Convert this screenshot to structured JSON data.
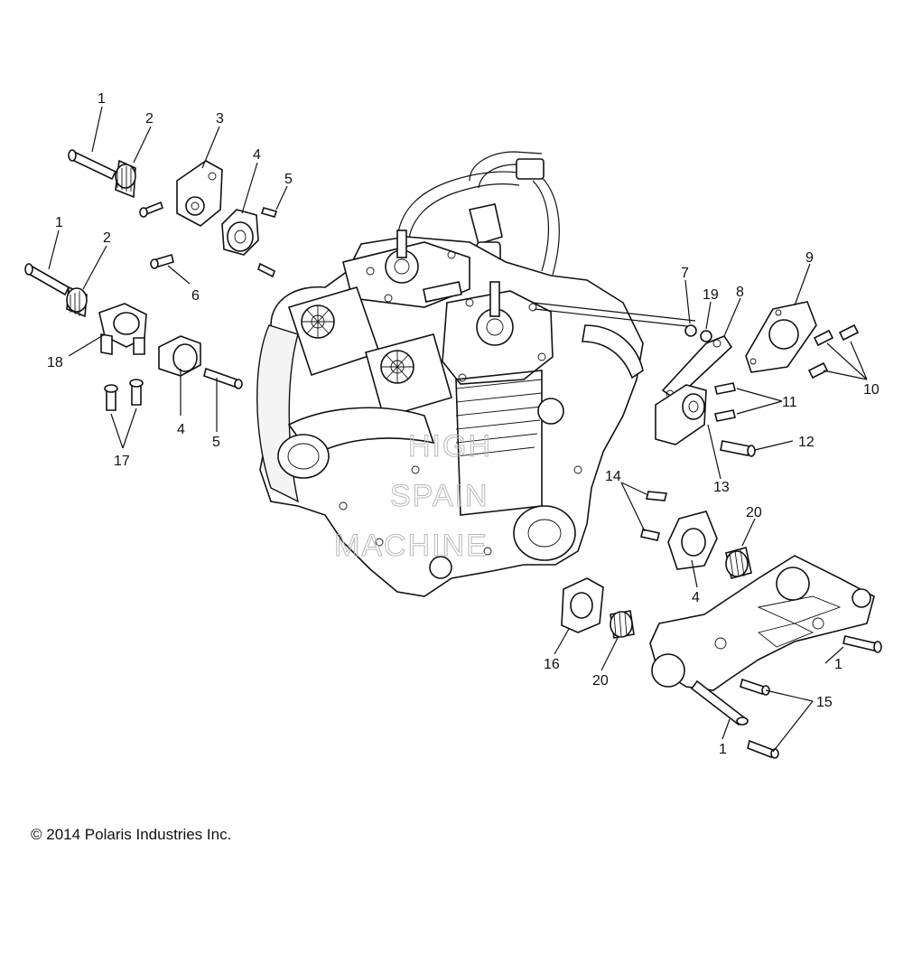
{
  "copyright": "© 2014 Polaris Industries Inc.",
  "watermark_lines": [
    "HIGH",
    "SPAIN",
    "MACHINE"
  ],
  "callouts": [
    {
      "id": "c1a",
      "text": "1"
    },
    {
      "id": "c2a",
      "text": "2"
    },
    {
      "id": "c3",
      "text": "3"
    },
    {
      "id": "c4a",
      "text": "4"
    },
    {
      "id": "c5a",
      "text": "5"
    },
    {
      "id": "c6",
      "text": "6"
    },
    {
      "id": "c1b",
      "text": "1"
    },
    {
      "id": "c2b",
      "text": "2"
    },
    {
      "id": "c18",
      "text": "18"
    },
    {
      "id": "c4b",
      "text": "4"
    },
    {
      "id": "c5b",
      "text": "5"
    },
    {
      "id": "c17",
      "text": "17"
    },
    {
      "id": "c7",
      "text": "7"
    },
    {
      "id": "c19",
      "text": "19"
    },
    {
      "id": "c8",
      "text": "8"
    },
    {
      "id": "c9",
      "text": "9"
    },
    {
      "id": "c10",
      "text": "10"
    },
    {
      "id": "c11",
      "text": "11"
    },
    {
      "id": "c12",
      "text": "12"
    },
    {
      "id": "c13",
      "text": "13"
    },
    {
      "id": "c14",
      "text": "14"
    },
    {
      "id": "c20a",
      "text": "20"
    },
    {
      "id": "c4c",
      "text": "4"
    },
    {
      "id": "c16",
      "text": "16"
    },
    {
      "id": "c20b",
      "text": "20"
    },
    {
      "id": "c1c",
      "text": "1"
    },
    {
      "id": "c15",
      "text": "15"
    },
    {
      "id": "c1d",
      "text": "1"
    }
  ]
}
